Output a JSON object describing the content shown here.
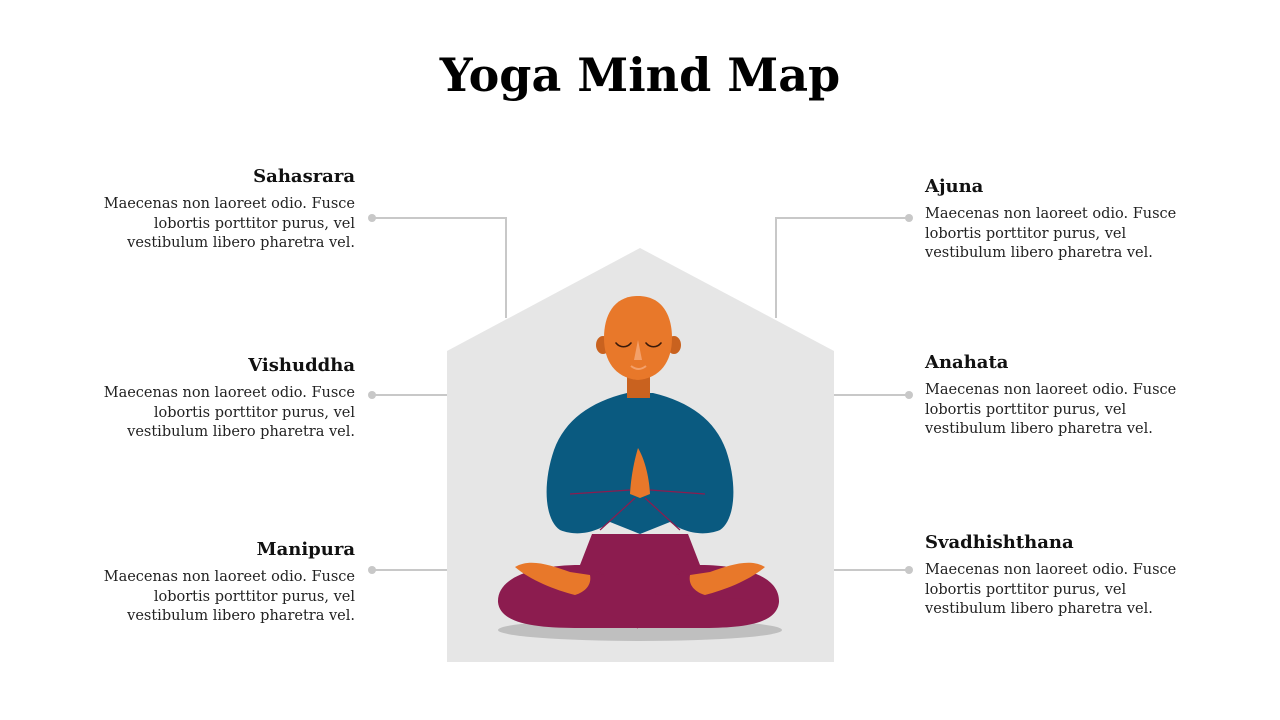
{
  "title": "Yoga Mind Map",
  "colors": {
    "house": "#e6e6e6",
    "connector": "#c8c8c8",
    "skin": "#e8782a",
    "shirt": "#0a5a80",
    "pants": "#8c1c4f",
    "shadow": "#bfbfbf"
  },
  "chakras": {
    "left": [
      {
        "name": "Sahasrara",
        "text": "Maecenas non laoreet odio. Fusce lobortis porttitor purus, vel vestibulum libero pharetra vel."
      },
      {
        "name": "Vishuddha",
        "text": "Maecenas non laoreet odio. Fusce lobortis porttitor purus, vel vestibulum libero pharetra vel."
      },
      {
        "name": "Manipura",
        "text": "Maecenas non laoreet odio. Fusce lobortis porttitor purus, vel vestibulum libero pharetra vel."
      }
    ],
    "right": [
      {
        "name": "Ajuna",
        "text": "Maecenas non laoreet odio. Fusce lobortis porttitor purus, vel vestibulum libero pharetra vel."
      },
      {
        "name": "Anahata",
        "text": "Maecenas non laoreet odio. Fusce lobortis porttitor purus, vel vestibulum libero pharetra vel."
      },
      {
        "name": "Svadhishthana",
        "text": "Maecenas non laoreet odio. Fusce lobortis porttitor purus, vel vestibulum libero pharetra vel."
      }
    ]
  }
}
